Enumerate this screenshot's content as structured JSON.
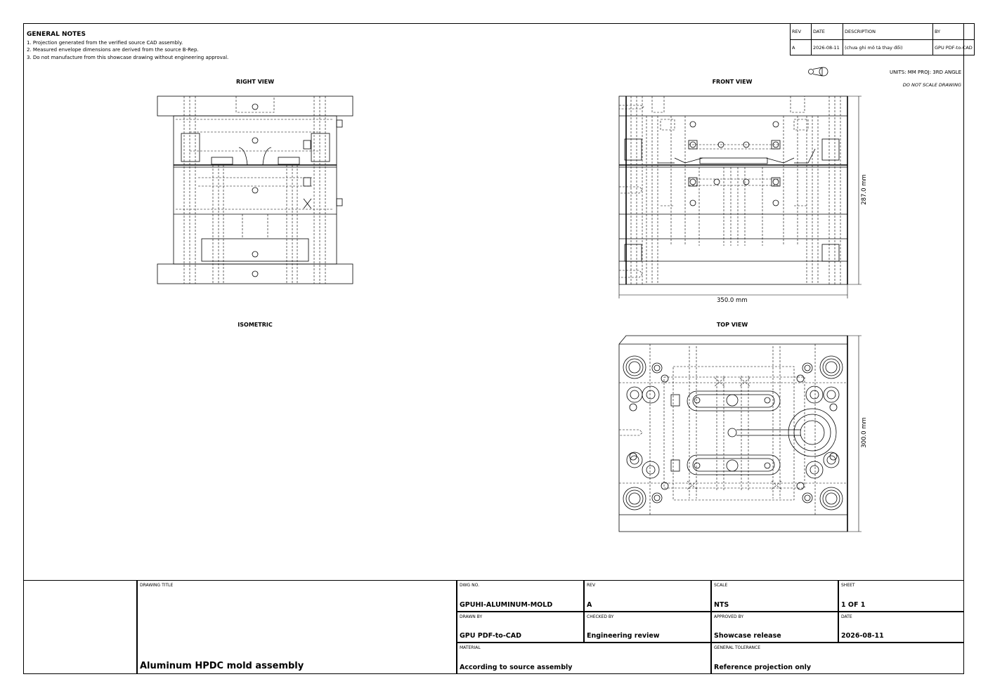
{
  "notes": {
    "heading": "GENERAL NOTES",
    "items": [
      "1. Projection generated from the verified source CAD assembly.",
      "2. Measured envelope dimensions are derived from the source B-Rep.",
      "3. Do not manufacture from this showcase drawing without engineering approval."
    ]
  },
  "revision_table": {
    "headers": [
      "REV",
      "DATE",
      "DESCRIPTION",
      "BY"
    ],
    "row": [
      "A",
      "2026-08-11",
      "(chưa ghi mô tả thay đổi)",
      "GPU PDF-to-CAD"
    ]
  },
  "units_text": "UNITS: MM  PROJ: 3RD ANGLE",
  "scale_warning": "DO NOT SCALE DRAWING",
  "views": {
    "right": "RIGHT VIEW",
    "front": "FRONT VIEW",
    "isometric": "ISOMETRIC",
    "top": "TOP VIEW"
  },
  "dimensions": {
    "front_width": "350.0 mm",
    "front_height": "287.0 mm",
    "top_height": "300.0 mm"
  },
  "title_block": {
    "drawing_title_label": "DRAWING TITLE",
    "drawing_title": "Aluminum HPDC mold assembly",
    "dwg_no_label": "DWG NO.",
    "dwg_no": "GPUHI-ALUMINUM-MOLD",
    "rev_label": "REV",
    "rev": "A",
    "scale_label": "SCALE",
    "scale": "NTS",
    "sheet_label": "SHEET",
    "sheet": "1 OF 1",
    "drawn_by_label": "DRAWN BY",
    "drawn_by": "GPU PDF-to-CAD",
    "checked_by_label": "CHECKED BY",
    "checked_by": "Engineering review",
    "approved_by_label": "APPROVED BY",
    "approved_by": "Showcase release",
    "date_label": "DATE",
    "date": "2026-08-11",
    "material_label": "MATERIAL",
    "material": "According to source assembly",
    "tolerance_label": "GENERAL TOLERANCE",
    "tolerance": "Reference projection only"
  }
}
